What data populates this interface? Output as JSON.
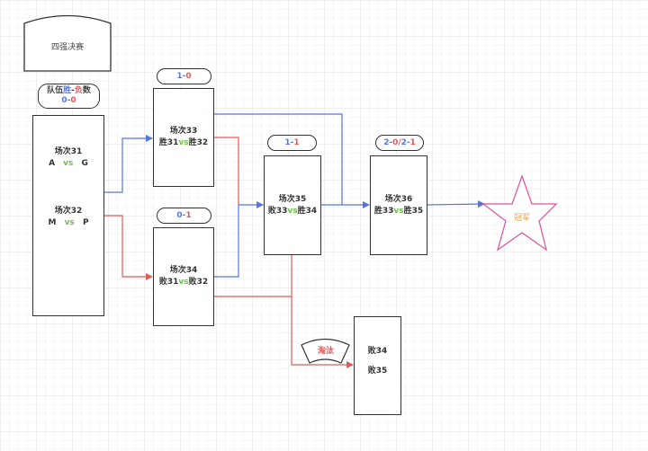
{
  "title_box": {
    "label": "四强决赛"
  },
  "legend_pill": {
    "line1": {
      "prefix": "队伍",
      "win": "胜",
      "dash": "-",
      "loss": "负",
      "suffix": "数"
    },
    "line2": {
      "win": "0",
      "dash": "-",
      "loss": "0"
    }
  },
  "round1_box": {
    "match_a": {
      "name": "场次31",
      "team1": "A",
      "vs": "vs",
      "team2": "G"
    },
    "match_b": {
      "name": "场次32",
      "team1": "M",
      "vs": "vs",
      "team2": "P"
    }
  },
  "match33": {
    "record": {
      "win": "1",
      "dash": "-",
      "loss": "0"
    },
    "name": "场次33",
    "left": "胜31",
    "vs": "vs",
    "right": "胜32"
  },
  "match34": {
    "record": {
      "win": "0",
      "dash": "-",
      "loss": "1"
    },
    "name": "场次34",
    "left": "败31",
    "vs": "vs",
    "right": "败32"
  },
  "match35": {
    "record": {
      "win": "1",
      "dash": "-",
      "loss": "1"
    },
    "name": "场次35",
    "left": "败33",
    "vs": "vs",
    "right": "胜34"
  },
  "match36": {
    "record": {
      "win1": "2",
      "dash1": "-",
      "loss1": "0",
      "sep": "/",
      "win2": "2",
      "dash2": "-",
      "loss2": "1"
    },
    "name": "场次36",
    "left": "胜33",
    "vs": "vs",
    "right": "胜35"
  },
  "champion": {
    "label": "冠军"
  },
  "eliminated": {
    "banner": "淘汰",
    "items": [
      "败34",
      "败35"
    ]
  },
  "colors": {
    "win_line": "#5576e0",
    "loss_line": "#e15a5a",
    "star": "#e0509a",
    "champion_text": "#f39a3a",
    "vs_text": "#6cc04a"
  }
}
